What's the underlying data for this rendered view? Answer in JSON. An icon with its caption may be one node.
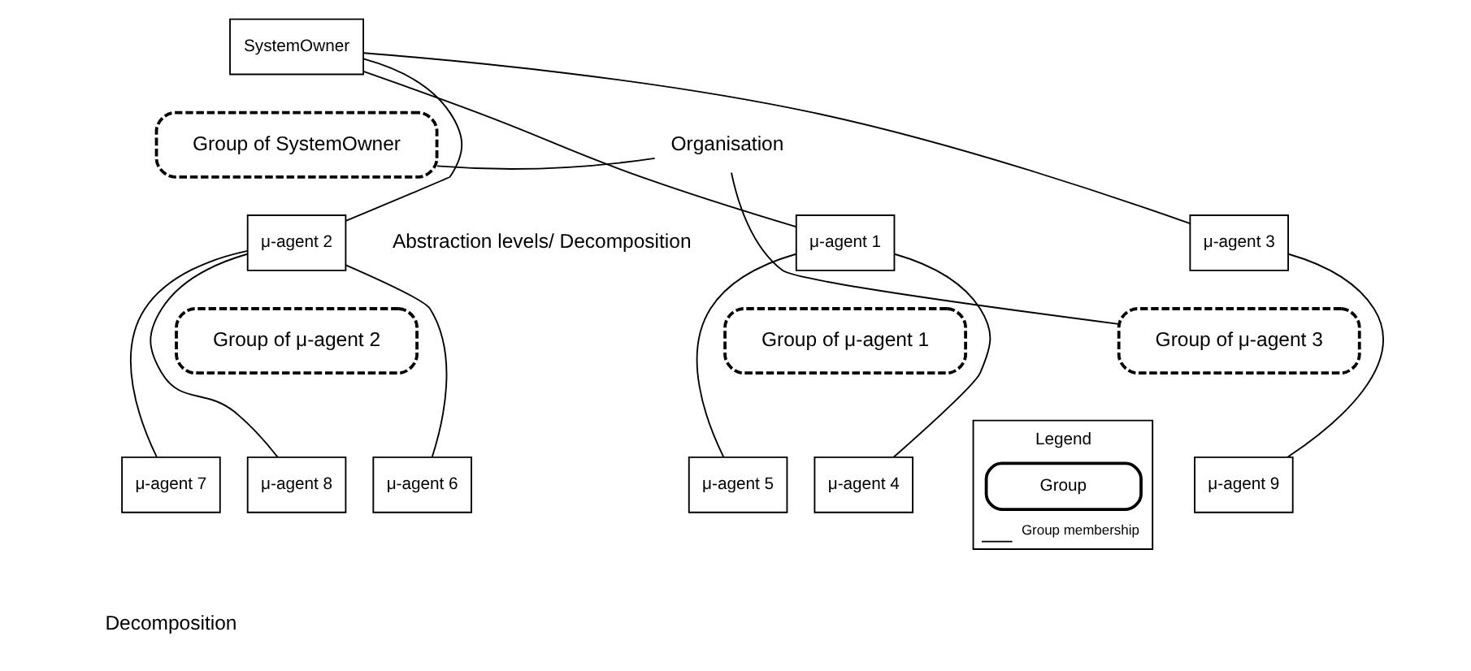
{
  "diagram": {
    "nodes": [
      {
        "text": [
          "SystemOwner"
        ]
      },
      {
        "text": [
          "Group of SystemOwner"
        ]
      },
      {
        "text": [
          "μ-agent 1"
        ]
      },
      {
        "text": [
          "μ-agent 2"
        ]
      },
      {
        "text": [
          "μ-agent 3"
        ]
      },
      {
        "text": [
          "Group of μ-agent 1"
        ]
      },
      {
        "text": [
          "Group of μ-agent 2"
        ]
      },
      {
        "text": [
          "Group of μ-agent 3"
        ]
      },
      {
        "text": [
          "μ-agent 4"
        ]
      },
      {
        "text": [
          "μ-agent 5"
        ]
      },
      {
        "text": [
          "μ-agent 6"
        ]
      },
      {
        "text": [
          "μ-agent 7"
        ]
      },
      {
        "text": [
          "μ-agent 8"
        ]
      },
      {
        "text": [
          "μ-agent 9"
        ]
      },
      {
        "text": [
          "Organisation"
        ]
      }
    ],
    "edges": [
      {
        "from": 0,
        "to": 2,
        "arrow": "none"
      },
      {
        "from": 0,
        "to": 3,
        "arrow": "none"
      },
      {
        "from": 0,
        "to": 4,
        "arrow": "none"
      },
      {
        "from": 2,
        "to": 8,
        "arrow": "none"
      },
      {
        "from": 2,
        "to": 9,
        "arrow": "none"
      },
      {
        "from": 3,
        "to": 10,
        "arrow": "none"
      },
      {
        "from": 3,
        "to": 11,
        "arrow": "none"
      },
      {
        "from": 3,
        "to": 12,
        "arrow": "none"
      },
      {
        "from": 4,
        "to": 13,
        "arrow": "none"
      },
      {
        "from": 14,
        "to": 1,
        "arrow": "none"
      },
      {
        "from": 14,
        "to": 7,
        "arrow": "none"
      }
    ],
    "labels": [
      "Abstraction levels/ Decomposition",
      "Legend",
      "Decomposition"
    ],
    "legend": [
      {
        "text": "Group"
      },
      {
        "text": "Group membership"
      }
    ]
  }
}
